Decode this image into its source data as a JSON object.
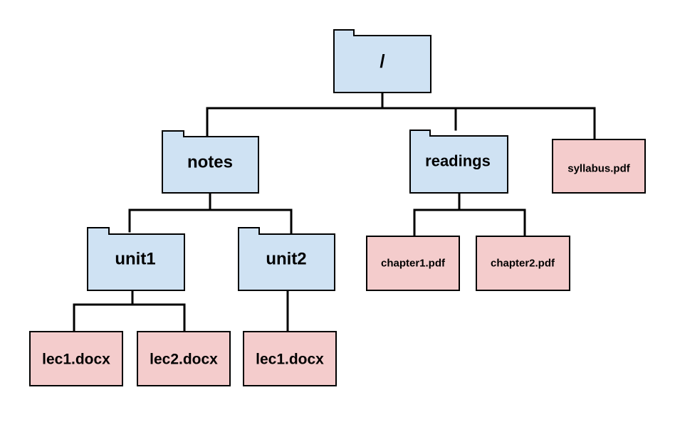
{
  "colors": {
    "folder_fill": "#cfe2f3",
    "file_fill": "#f4cccc",
    "line": "#000000"
  },
  "tree": {
    "root": {
      "label": "/",
      "kind": "folder"
    },
    "notes": {
      "label": "notes",
      "kind": "folder"
    },
    "readings": {
      "label": "readings",
      "kind": "folder"
    },
    "syllabus": {
      "label": "syllabus.pdf",
      "kind": "file"
    },
    "unit1": {
      "label": "unit1",
      "kind": "folder"
    },
    "unit2": {
      "label": "unit2",
      "kind": "folder"
    },
    "chapter1": {
      "label": "chapter1.pdf",
      "kind": "file"
    },
    "chapter2": {
      "label": "chapter2.pdf",
      "kind": "file"
    },
    "unit1_lec1": {
      "label": "lec1.docx",
      "kind": "file"
    },
    "unit1_lec2": {
      "label": "lec2.docx",
      "kind": "file"
    },
    "unit2_lec1": {
      "label": "lec1.docx",
      "kind": "file"
    }
  }
}
